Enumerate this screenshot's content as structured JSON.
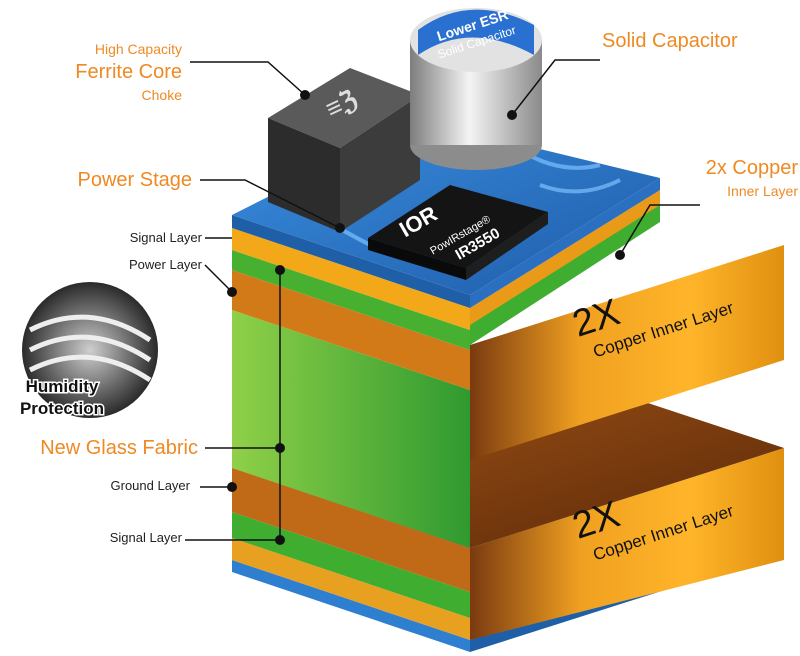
{
  "labels": {
    "high_capacity": "High Capacity",
    "ferrite_core": "Ferrite Core",
    "choke": "Choke",
    "solid_capacitor": "Solid Capacitor",
    "power_stage": "Power Stage",
    "copper_2x": "2x Copper",
    "inner_layer": "Inner Layer",
    "signal_layer_top": "Signal Layer",
    "power_layer": "Power Layer",
    "humidity": "Humidity",
    "protection": "Protection",
    "new_glass_fabric": "New Glass Fabric",
    "ground_layer": "Ground Layer",
    "signal_layer_bottom": "Signal Layer"
  },
  "capacitor": {
    "line1": "Lower ESR",
    "line2": "Solid Capacitor"
  },
  "chip": {
    "brand": "IOR",
    "series": "PowIRstage®",
    "model": "IR3550"
  },
  "copper_face": {
    "multiplier": "2X",
    "text": "Copper Inner Layer"
  },
  "colors": {
    "accent_orange": "#ee8a24",
    "copper": "#f0a020",
    "glass_green": "#4cb030",
    "board_blue": "#2f7fd0",
    "text_dark": "#222222"
  }
}
